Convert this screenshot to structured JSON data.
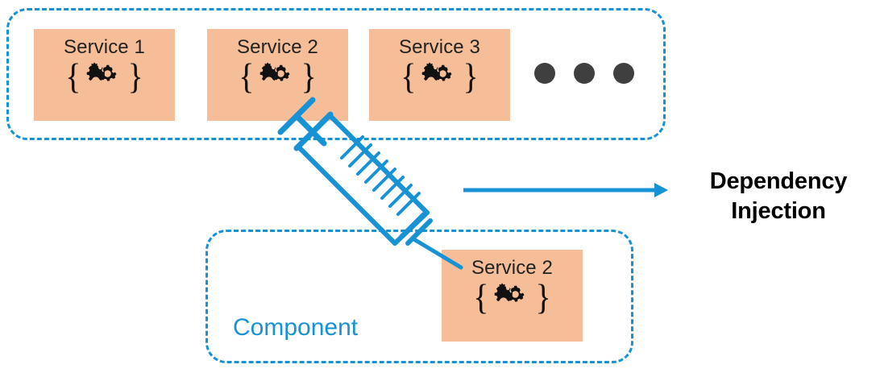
{
  "diagram": {
    "title_text": "Dependency Injection",
    "colors": {
      "accent_blue": "#1792D4",
      "service_fill": "#F5BD98",
      "dot_gray": "#3F3F3F",
      "text_black": "#222222"
    }
  },
  "services_container": {
    "name": "service-registry",
    "services": [
      {
        "label": "Service 1",
        "glyph_left": "{",
        "glyph_right": "}",
        "icon": "gears-icon"
      },
      {
        "label": "Service 2",
        "glyph_left": "{",
        "glyph_right": "}",
        "icon": "gears-icon"
      },
      {
        "label": "Service 3",
        "glyph_left": "{",
        "glyph_right": "}",
        "icon": "gears-icon"
      }
    ],
    "ellipsis": {
      "dots": 3,
      "meaning": "more services"
    }
  },
  "component_container": {
    "label": "Component",
    "injected_service": {
      "label": "Service 2",
      "glyph_left": "{",
      "glyph_right": "}",
      "icon": "gears-icon"
    }
  },
  "annotation": {
    "arrow": {
      "icon": "arrow-right-icon",
      "direction": "right"
    },
    "lines": [
      "Dependency",
      "Injection"
    ]
  },
  "syringe": {
    "icon": "syringe-icon",
    "meaning": "injection mechanism",
    "source": "Service 2",
    "target": "Component"
  }
}
